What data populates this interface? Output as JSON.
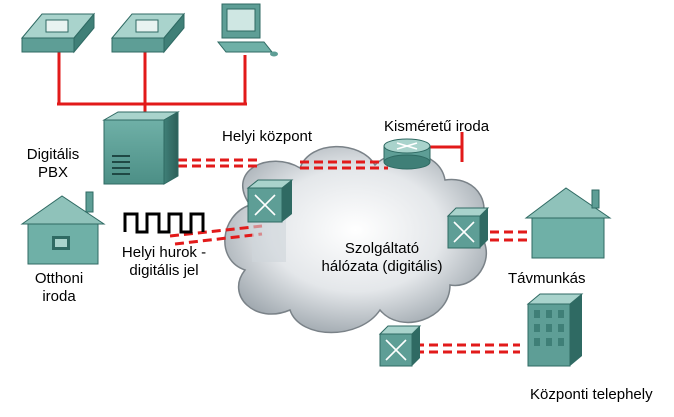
{
  "labels": {
    "pbx": "Digitális\nPBX",
    "central_office": "Helyi központ",
    "small_office": "Kisméretű iroda",
    "home_office": "Otthoni\niroda",
    "local_loop": "Helyi hurok -\ndigitális jel",
    "provider_network": "Szolgáltató\nhálózata (digitális)",
    "teleworker": "Távmunkás",
    "headquarters": "Központi telephely"
  },
  "colors": {
    "device_teal": "#5e9e96",
    "device_dark": "#2f6a63",
    "device_light": "#a9d3cc",
    "link_red": "#e21a1a",
    "cloud_fill": "#d9dde0",
    "wave_black": "#000000"
  },
  "icons": [
    "phone-icon",
    "phone-icon",
    "workstation-icon",
    "pbx-icon",
    "house-icon",
    "router-icon",
    "switch-icon",
    "building-icon",
    "cloud-icon"
  ]
}
